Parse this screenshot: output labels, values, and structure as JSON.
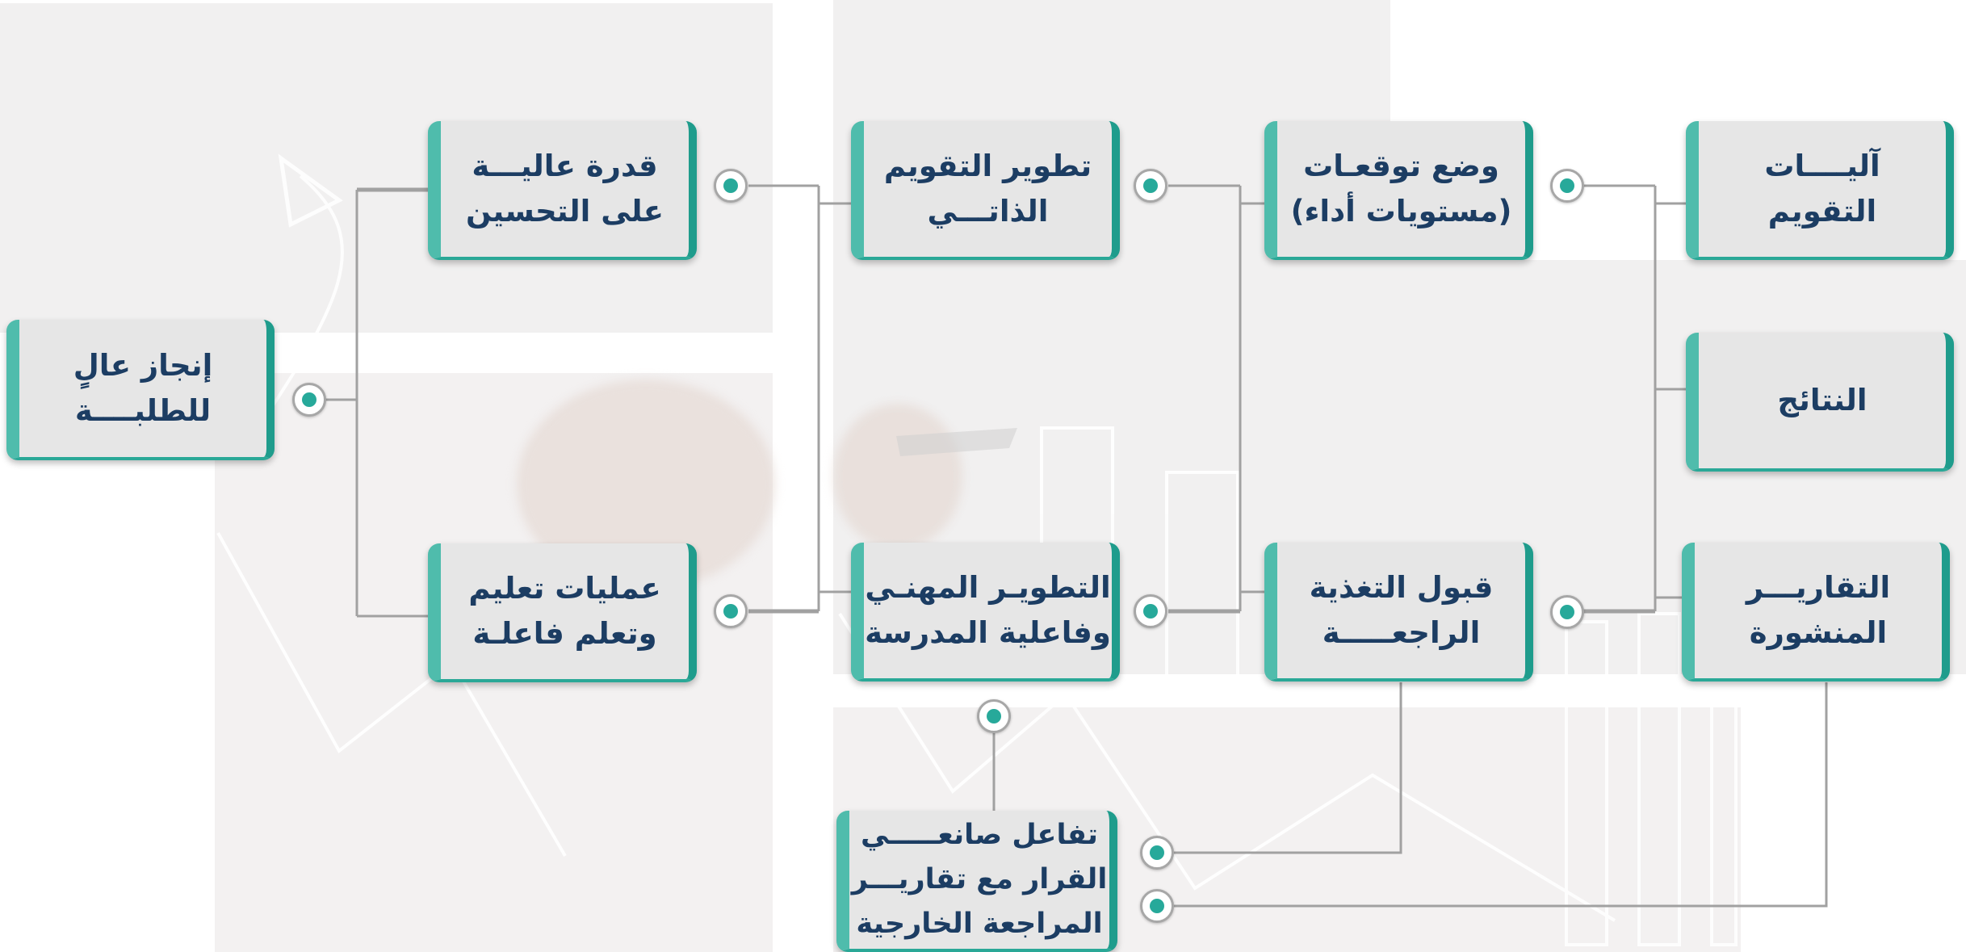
{
  "colors": {
    "accent_light": "#4fbcac",
    "accent_dark": "#1f9c8c",
    "box_fill": "#e6e6e6",
    "text": "#1c3d63",
    "connector": "#a1a1a1",
    "dot_center": "#27a99a"
  },
  "nodes": {
    "student_achievement": "إنجاز عالٍ\nللطلبــــة",
    "improvement_capacity": "قدرة عاليـــة\nعلى التحسين",
    "teaching_learning": "عمليات تعليم\nوتعلم فاعلـة",
    "self_evaluation": "تطوير التقويم\nالذاتـــي",
    "professional_development": "التطويـر المهنـي\nوفاعلية المدرسة",
    "decision_makers": "تفاعل صانعـــــي\nالقرار مع تقاريـــر\nالمراجعة الخارجية",
    "expectations": "وضع توقعـات\n(مستويات أداء)",
    "feedback": "قبول التغذية\nالراجعـــــة",
    "evaluation_mechanisms": "آليــــات\nالتقويم",
    "results": "النتائج",
    "published_reports": "التقاريـــر\nالمنشورة"
  }
}
